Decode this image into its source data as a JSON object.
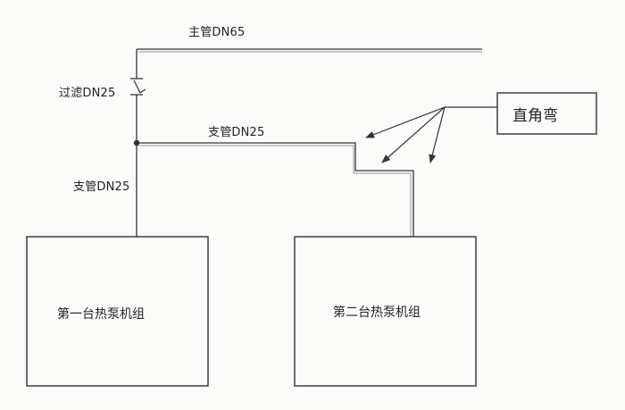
{
  "labels": {
    "main_pipe": "主管DN65",
    "filter": "过滤DN25",
    "branch_top": "支管DN25",
    "branch_left": "支管DN25",
    "elbow_callout": "直角弯"
  },
  "units": {
    "unit1": "第一台热泵机组",
    "unit2": "第二台热泵机组"
  },
  "colors": {
    "line": "#333333",
    "pipe_shadow": "#9a9a9a"
  }
}
